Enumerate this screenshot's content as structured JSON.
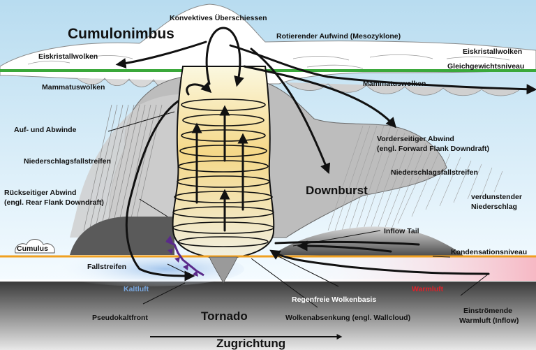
{
  "title": "Cumulonimbus",
  "labels": {
    "overshoot": "Konvektives Überschiessen",
    "mesocyclone": "Rotierender Aufwind (Mesozyklone)",
    "anvil_left": "Eiskristallwolken",
    "anvil_right": "Eiskristallwolken",
    "equilibrium": "Gleichgewichtsniveau",
    "mammatus_left": "Mammatuswolken",
    "mammatus_right": "Mammatuswolken",
    "updrafts": "Auf- und Abwinde",
    "precip_left": "Niederschlagsfallstreifen",
    "precip_right": "Niederschlagsfallstreifen",
    "ffd_line1": "Vorderseitiger Abwind",
    "ffd_line2": "(engl. Forward Flank Downdraft)",
    "rfd_line1": "Rückseitiger Abwind",
    "rfd_line2": "(engl. Rear Flank Downdraft)",
    "downburst": "Downburst",
    "evaporating_line1": "verdunstender",
    "evaporating_line2": "Niederschlag",
    "inflow_tail": "Inflow Tail",
    "cumulus": "Cumulus",
    "condensation": "Kondensationsniveau",
    "fallstreifen": "Fallstreifen",
    "cold_air": "Kaltluft",
    "warm_air": "Warmluft",
    "rainfree": "Regenfreie Wolkenbasis",
    "pseudo_cold_front": "Pseudokaltfront",
    "tornado": "Tornado",
    "wallcloud": "Wolkenabsenkung (engl. Wallcloud)",
    "inflow_line1": "Einströmende",
    "inflow_line2": "Warmluft (Inflow)",
    "direction": "Zugrichtung"
  },
  "colors": {
    "equilibrium_line": "#3aa83a",
    "condensation_line": "#f0a020",
    "cold_air": "#8fb8e8",
    "warm_air": "#e0202a",
    "pseudo_front": "#5a2a8a"
  }
}
